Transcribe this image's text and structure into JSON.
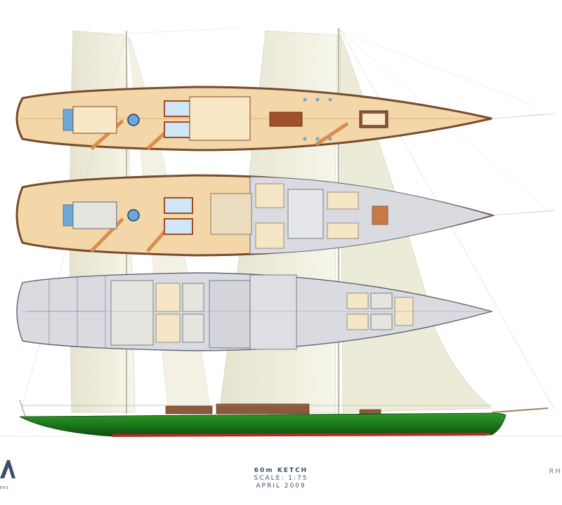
{
  "title_block": {
    "vessel": "60m KETCH",
    "scale": "SCALE: 1:75",
    "date": "APRIL 2009"
  },
  "logo": {
    "fragment": "ERS",
    "color": "#3c4f6e"
  },
  "right_mark": {
    "text": "RH"
  },
  "colors": {
    "sail": "#ecebd9",
    "deck": "#f3d7a8",
    "teak_stripe": "#d98d4e",
    "bulwark": "#8a5a3a",
    "hull_green": "#1d7a1c",
    "boot_red": "#b82a26",
    "interior_grey": "#d9dbe0",
    "cabin_cream": "#f5e7c6",
    "accent_blue": "#6aa8d8"
  }
}
